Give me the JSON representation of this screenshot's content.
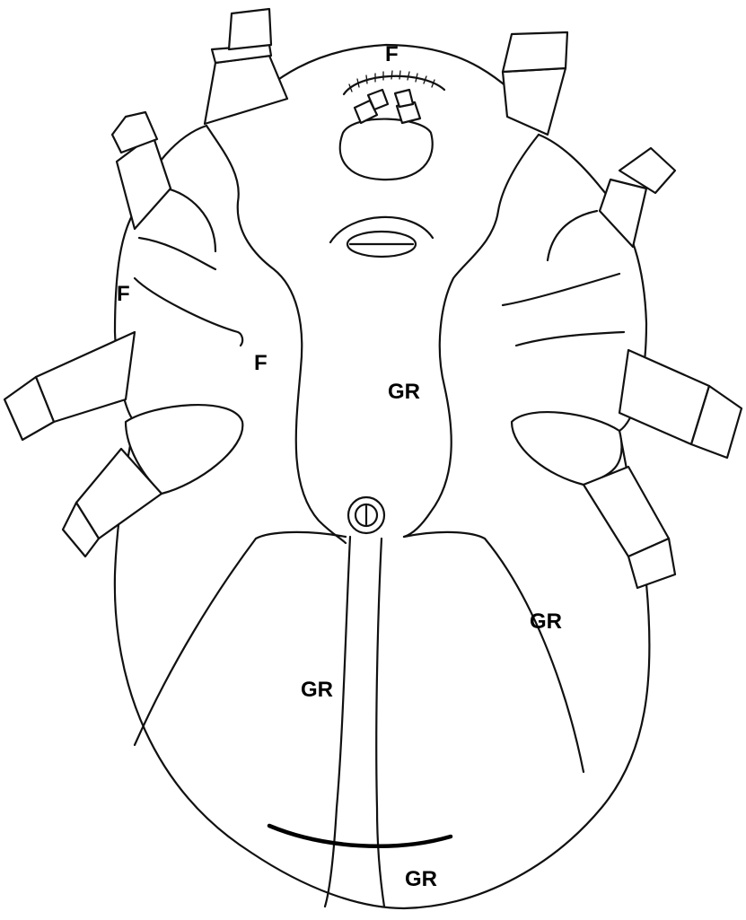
{
  "labels": {
    "f_head": "F",
    "f_left_margin": "F",
    "f_left_inner": "F",
    "gr_center": "GR",
    "gr_right": "GR",
    "gr_posterior_midline": "GR",
    "gr_posterior_bottom": "GR"
  },
  "colors": {
    "ink": "#111111",
    "background": "#ffffff"
  }
}
